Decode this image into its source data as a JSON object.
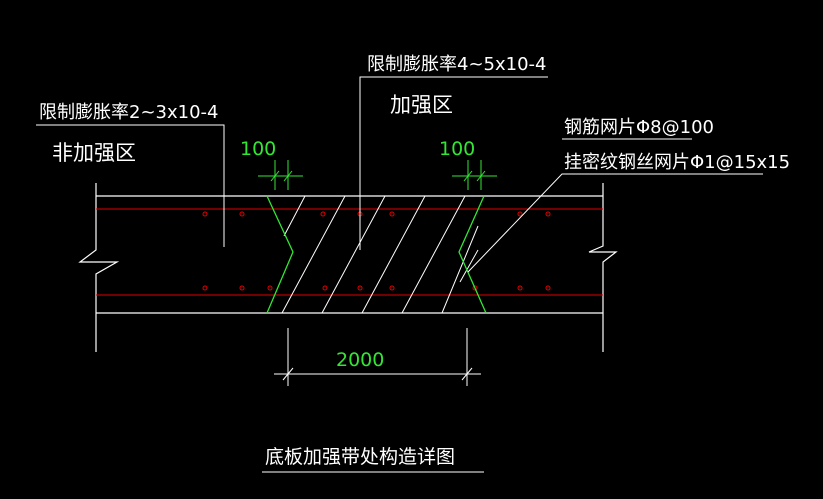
{
  "labels": {
    "limit_rate_normal": "限制膨胀率2~3x10-4",
    "non_strengthened_zone": "非加强区",
    "limit_rate_strengthened": "限制膨胀率4~5x10-4",
    "strengthened_zone": "加强区",
    "rebar_mesh": "钢筋网片Φ8@100",
    "wire_mesh": "挂密纹钢丝网片Φ1@15x15",
    "title": "底板加强带处构造详图"
  },
  "dimensions": {
    "left_gap": "100",
    "right_gap": "100",
    "band_width": "2000"
  },
  "colors": {
    "background": "#000000",
    "outline": "#ffffff",
    "rebar": "#e60000",
    "mesh": "#33e633",
    "dimension": "#33e633",
    "leader": "#ffffff"
  }
}
